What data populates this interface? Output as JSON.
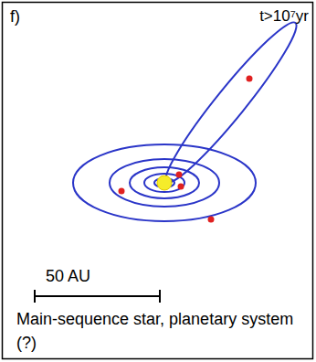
{
  "diagram": {
    "caption": "Main-sequence star, planetary system (?)",
    "labels": [
      "f)",
      "t>10⁷yr",
      "50 AU"
    ]
  }
}
